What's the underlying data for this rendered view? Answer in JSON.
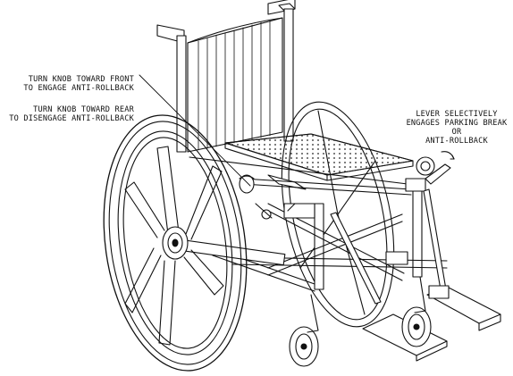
{
  "annotations": {
    "engage": {
      "line1": "TURN KNOB TOWARD FRONT",
      "line2": "TO ENGAGE ANTI-ROLLBACK"
    },
    "disengage": {
      "line1": "TURN KNOB TOWARD REAR",
      "line2": "TO DISENGAGE ANTI-ROLLBACK"
    },
    "lever": {
      "line1": "LEVER SELECTIVELY",
      "line2": "ENGAGES PARKING BREAK",
      "line3": "OR",
      "line4": "ANTI-ROLLBACK"
    }
  }
}
